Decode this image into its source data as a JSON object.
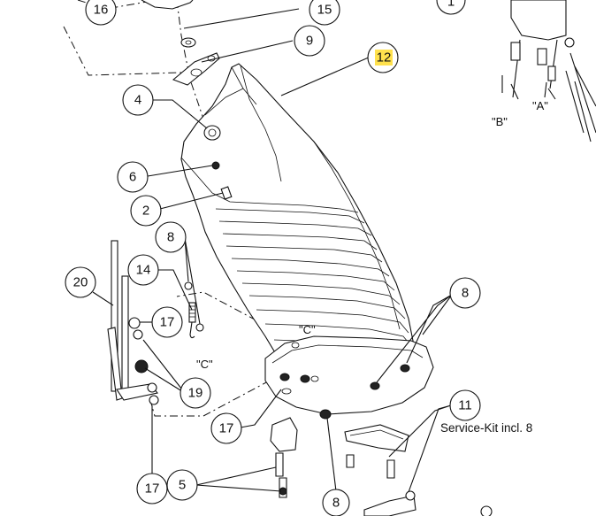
{
  "diagram": {
    "callouts": [
      {
        "id": "c16",
        "label": "16"
      },
      {
        "id": "c15",
        "label": "15"
      },
      {
        "id": "c9",
        "label": "9"
      },
      {
        "id": "c1",
        "label": "1"
      },
      {
        "id": "c12",
        "label": "12",
        "highlight": "#ffe14d"
      },
      {
        "id": "c4",
        "label": "4"
      },
      {
        "id": "c6",
        "label": "6"
      },
      {
        "id": "c2",
        "label": "2"
      },
      {
        "id": "c8a",
        "label": "8"
      },
      {
        "id": "c14",
        "label": "14"
      },
      {
        "id": "c20",
        "label": "20"
      },
      {
        "id": "c17a",
        "label": "17"
      },
      {
        "id": "c8b",
        "label": "8"
      },
      {
        "id": "c19",
        "label": "19"
      },
      {
        "id": "c11",
        "label": "11"
      },
      {
        "id": "c17b",
        "label": "17"
      },
      {
        "id": "c5",
        "label": "5"
      },
      {
        "id": "c17c",
        "label": "17"
      },
      {
        "id": "c8c",
        "label": "8"
      }
    ],
    "annotations": {
      "label_a": "\"A\"",
      "label_b": "\"B\"",
      "label_c1": "\"C\"",
      "label_c2": "\"C\"",
      "service_kit": "Service-Kit incl. 8"
    }
  }
}
